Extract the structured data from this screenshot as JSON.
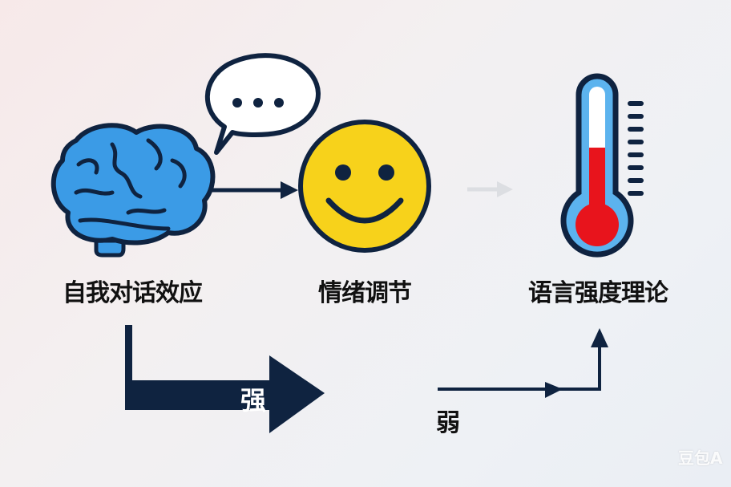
{
  "labels": {
    "self_talk": "自我对话效应",
    "emotion_regulation": "情绪调节",
    "language_intensity": "语言强度理论"
  },
  "arrows": {
    "strong": "强",
    "weak": "弱"
  },
  "watermark": "豆包A",
  "thermometer": {
    "fill_fraction": 0.6
  },
  "colors": {
    "outline": "#0f2340",
    "brain": "#3b9be6",
    "smiley": "#f7d21b",
    "mercury": "#e8141c",
    "tube": "#5cb3ee"
  }
}
